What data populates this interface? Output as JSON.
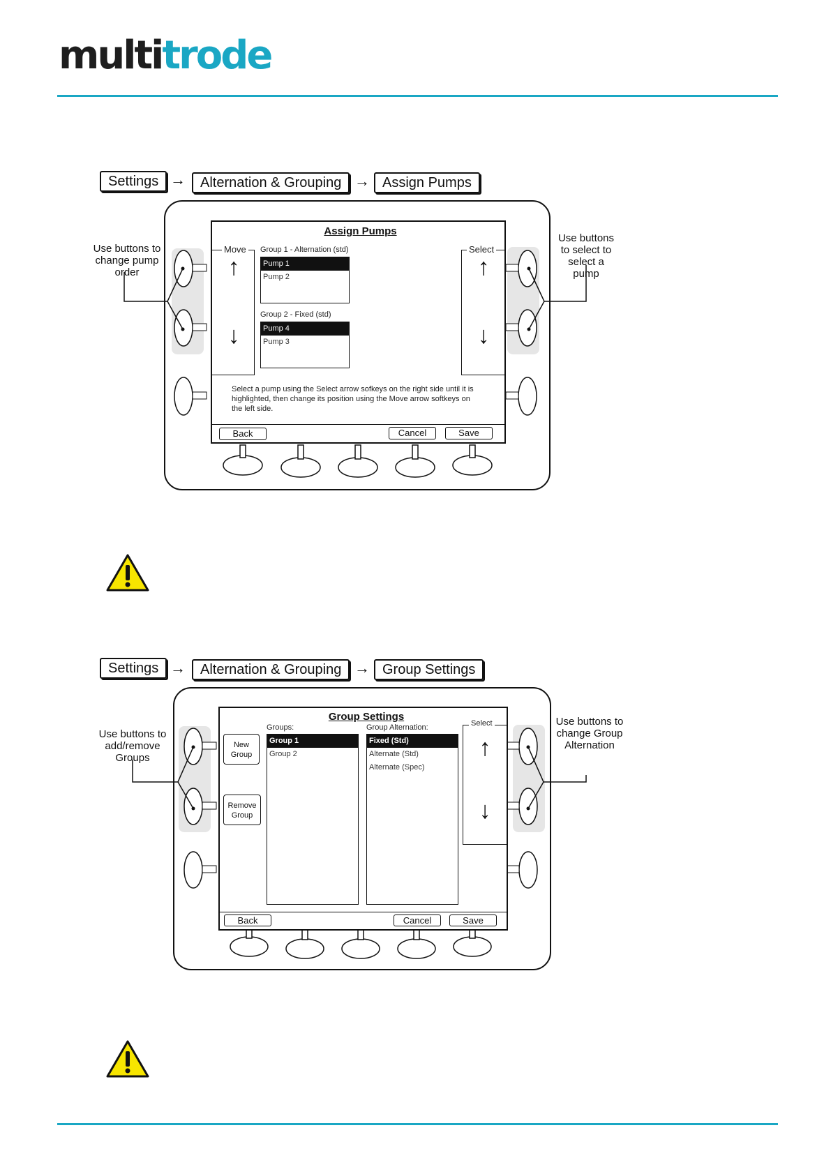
{
  "brand": {
    "logo_dark": "multi",
    "logo_accent": "trode"
  },
  "figure1": {
    "breadcrumb": [
      "Settings",
      "Alternation & Grouping",
      "Assign Pumps"
    ],
    "left_note": "Use buttons to change pump order",
    "right_note": "Use buttons to select to select a pump",
    "screen_title": "Assign Pumps",
    "move_label": "Move",
    "select_label": "Select",
    "group1_label": "Group 1 - Alternation (std)",
    "group1_items": [
      "Pump 1",
      "Pump 2"
    ],
    "group2_label": "Group 2 - Fixed (std)",
    "group2_items": [
      "Pump 4",
      "Pump 3"
    ],
    "instruction": "Select a pump using the Select arrow sofkeys on the right side until it is highlighted, then change its position using the Move arrow softkeys on the left side.",
    "softkeys": {
      "back": "Back",
      "cancel": "Cancel",
      "save": "Save"
    }
  },
  "figure2": {
    "breadcrumb": [
      "Settings",
      "Alternation & Grouping",
      "Group Settings"
    ],
    "left_note": "Use buttons to add/remove Groups",
    "right_note": "Use buttons to change Group Alternation",
    "screen_title": "Group Settings",
    "groups_label": "Groups:",
    "groups_items": [
      "Group 1",
      "Group 2"
    ],
    "alt_label": "Group Alternation:",
    "alt_items": [
      "Fixed (Std)",
      "Alternate (Std)",
      "Alternate (Spec)"
    ],
    "select_label": "Select",
    "new_group": "New Group",
    "remove_group": "Remove Group",
    "softkeys": {
      "back": "Back",
      "cancel": "Cancel",
      "save": "Save"
    }
  },
  "icons": {
    "arrow_up": "↑",
    "arrow_down": "↓",
    "chain_arrow": "→",
    "warning": "warning-icon"
  },
  "colors": {
    "accent": "#1aa7c4",
    "ink": "#111111",
    "panel_shade": "#e6e6e6"
  }
}
